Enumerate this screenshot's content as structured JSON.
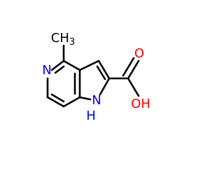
{
  "molecule": {
    "labels": {
      "methyl": "CH3",
      "methyl_main": "CH",
      "methyl_sub": "3",
      "pyridine_n": "N",
      "pyrrole_nh": "NH",
      "pyrrole_n": "N",
      "pyrrole_h": "H",
      "carbonyl_o": "O",
      "hydroxyl": "OH"
    },
    "colors": {
      "bond": "#000000",
      "nitrogen": "#0000FF",
      "oxygen": "#FF0000",
      "carbon_text": "#000000",
      "background": "#FFFFFF"
    }
  }
}
